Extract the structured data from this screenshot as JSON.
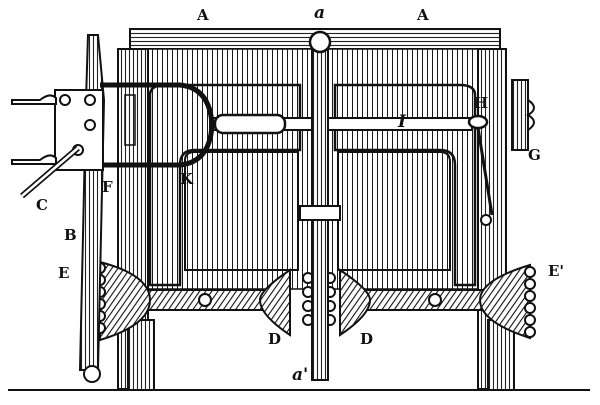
{
  "labels": {
    "A_left": "A",
    "a_top": "a",
    "A_right": "A",
    "H": "H",
    "I": "I",
    "G": "G",
    "C": "C",
    "F": "F",
    "K": "K",
    "B": "B",
    "E": "E",
    "E_prime": "E'",
    "D_left": "D",
    "D_right": "D",
    "a_prime": "a'"
  }
}
